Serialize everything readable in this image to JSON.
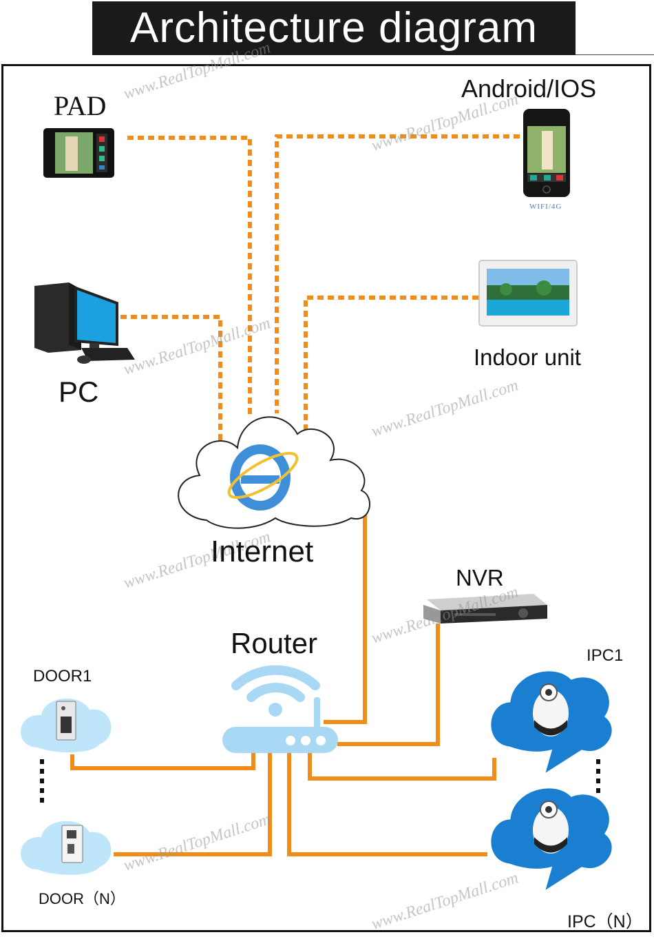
{
  "title": "Architecture diagram",
  "nodes": {
    "pad": "PAD",
    "mobile": "Android/IOS",
    "mobile_note": "WIFI/4G",
    "pc": "PC",
    "indoor_unit": "Indoor unit",
    "internet": "Internet",
    "nvr": "NVR",
    "router": "Router",
    "door1": "DOOR1",
    "doorn": "DOOR（N）",
    "ipc1": "IPC1",
    "ipcn": "IPC（N）"
  },
  "watermark": "www.RealTopMall.com",
  "colors": {
    "link": "#f08c1a",
    "cloud_blue": "#1a7fd0",
    "router_blue": "#a9d8f5",
    "title_bg": "#1a1a1a"
  }
}
